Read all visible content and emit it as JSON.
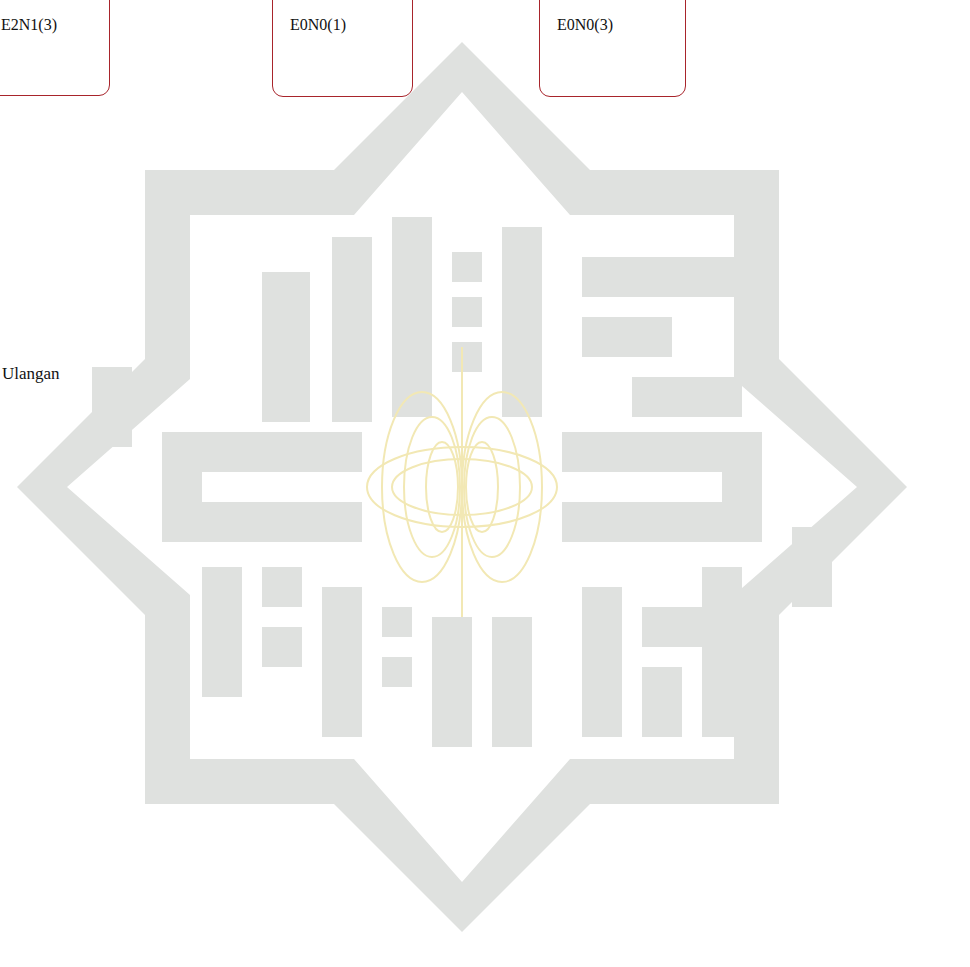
{
  "diagram": {
    "nodes": [
      {
        "text": [
          "E2N1(3)"
        ]
      },
      {
        "text": [
          "E0N0(1)"
        ]
      },
      {
        "text": [
          "E0N0(3)"
        ]
      }
    ],
    "labels": [
      "Ulangan"
    ]
  }
}
